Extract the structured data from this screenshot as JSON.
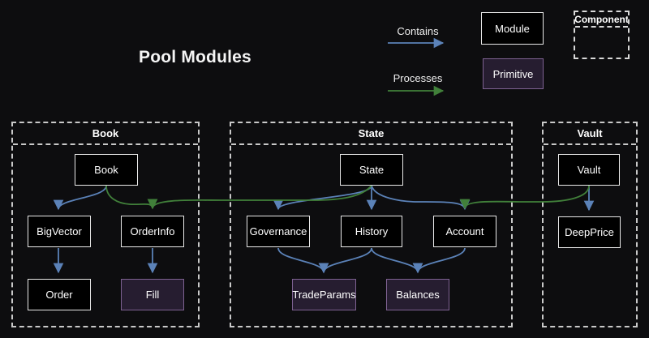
{
  "title": "Pool Modules",
  "legend": {
    "contains_label": "Contains",
    "processes_label": "Processes",
    "module_label": "Module",
    "primitive_label": "Primitive",
    "component_label": "Component"
  },
  "colors": {
    "background": "#0d0d0f",
    "contains_arrow": "#5b82b8",
    "processes_arrow": "#41803a",
    "module_fill": "#000000",
    "module_border": "#e9e9e9",
    "primitive_fill": "#261d30",
    "primitive_border": "#7e6292",
    "container_border": "#c9c9c9"
  },
  "diagram": {
    "containers": [
      {
        "label": "Book",
        "nodes": [
          {
            "label": "Book",
            "type": "module"
          },
          {
            "label": "BigVector",
            "type": "module"
          },
          {
            "label": "OrderInfo",
            "type": "module"
          },
          {
            "label": "Order",
            "type": "module"
          },
          {
            "label": "Fill",
            "type": "primitive"
          }
        ]
      },
      {
        "label": "State",
        "nodes": [
          {
            "label": "State",
            "type": "module"
          },
          {
            "label": "Governance",
            "type": "module"
          },
          {
            "label": "History",
            "type": "module"
          },
          {
            "label": "Account",
            "type": "module"
          },
          {
            "label": "TradeParams",
            "type": "primitive"
          },
          {
            "label": "Balances",
            "type": "primitive"
          }
        ]
      },
      {
        "label": "Vault",
        "nodes": [
          {
            "label": "Vault",
            "type": "module"
          },
          {
            "label": "DeepPrice",
            "type": "module"
          }
        ]
      }
    ],
    "edges": {
      "contains": [
        {
          "from": "Book",
          "to": "BigVector"
        },
        {
          "from": "BigVector",
          "to": "Order"
        },
        {
          "from": "OrderInfo",
          "to": "Fill"
        },
        {
          "from": "State",
          "to": "Governance"
        },
        {
          "from": "State",
          "to": "History"
        },
        {
          "from": "State",
          "to": "Account"
        },
        {
          "from": "Governance",
          "to": "TradeParams"
        },
        {
          "from": "History",
          "to": "TradeParams"
        },
        {
          "from": "History",
          "to": "Balances"
        },
        {
          "from": "Account",
          "to": "Balances"
        },
        {
          "from": "Vault",
          "to": "DeepPrice"
        }
      ],
      "processes": [
        {
          "from": "Book",
          "to": "OrderInfo"
        },
        {
          "from": "State",
          "to": "OrderInfo"
        },
        {
          "from": "Vault",
          "to": "Account"
        }
      ]
    }
  }
}
